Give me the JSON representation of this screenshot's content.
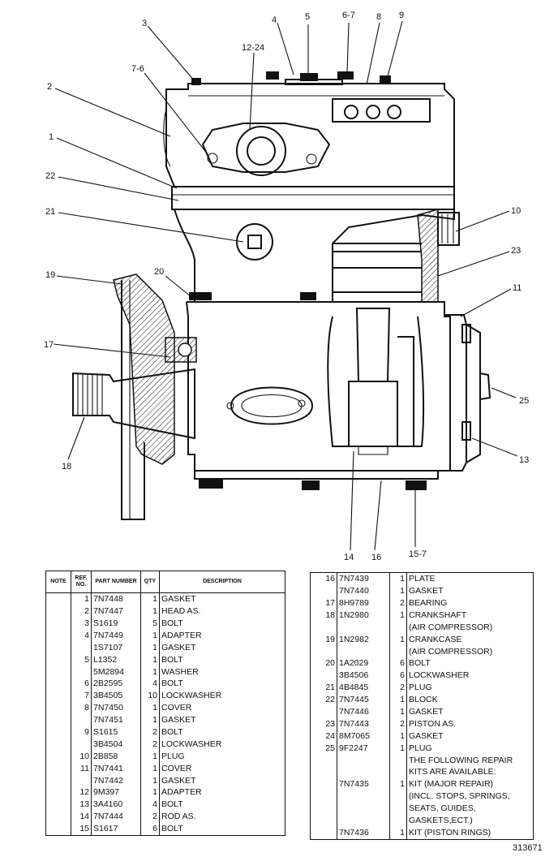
{
  "callouts": {
    "c3": "3",
    "c4": "4",
    "c5": "5",
    "c6_7": "6-7",
    "c8": "8",
    "c9": "9",
    "c12_24": "12-24",
    "c7_6": "7-6",
    "c2": "2",
    "c1": "1",
    "c22": "22",
    "c21": "21",
    "c10": "10",
    "c23": "23",
    "c20": "20",
    "c19": "19",
    "c11": "11",
    "c17": "17",
    "c25": "25",
    "c18": "18",
    "c13": "13",
    "c14": "14",
    "c16": "16",
    "c15_7": "15-7"
  },
  "table_headers": {
    "note": "NOTE",
    "ref_no": "REF. NO.",
    "part_number": "PART NUMBER",
    "qty": "QTY",
    "description": "DESCRIPTION"
  },
  "parts_left": [
    {
      "ref": "1",
      "part": "7N7448",
      "qty": "1",
      "desc": "GASKET"
    },
    {
      "ref": "2",
      "part": "7N7447",
      "qty": "1",
      "desc": "HEAD AS."
    },
    {
      "ref": "3",
      "part": "S1619",
      "qty": "5",
      "desc": "BOLT"
    },
    {
      "ref": "4",
      "part": "7N7449",
      "qty": "1",
      "desc": "ADAPTER"
    },
    {
      "ref": "",
      "part": "1S7107",
      "qty": "1",
      "desc": "GASKET"
    },
    {
      "ref": "5",
      "part": "L1352",
      "qty": "1",
      "desc": "BOLT"
    },
    {
      "ref": "",
      "part": "5M2894",
      "qty": "1",
      "desc": "WASHER"
    },
    {
      "ref": "6",
      "part": "2B2595",
      "qty": "4",
      "desc": "BOLT"
    },
    {
      "ref": "7",
      "part": "3B4505",
      "qty": "10",
      "desc": "LOCKWASHER"
    },
    {
      "ref": "8",
      "part": "7N7450",
      "qty": "1",
      "desc": "COVER"
    },
    {
      "ref": "",
      "part": "7N7451",
      "qty": "1",
      "desc": "GASKET"
    },
    {
      "ref": "9",
      "part": "S1615",
      "qty": "2",
      "desc": "BOLT"
    },
    {
      "ref": "",
      "part": "3B4504",
      "qty": "2",
      "desc": "LOCKWASHER"
    },
    {
      "ref": "10",
      "part": "2B858",
      "qty": "1",
      "desc": "PLUG"
    },
    {
      "ref": "11",
      "part": "7N7441",
      "qty": "1",
      "desc": "COVER"
    },
    {
      "ref": "",
      "part": "7N7442",
      "qty": "1",
      "desc": "GASKET"
    },
    {
      "ref": "12",
      "part": "9M397",
      "qty": "1",
      "desc": "ADAPTER"
    },
    {
      "ref": "13",
      "part": "3A4160",
      "qty": "4",
      "desc": "BOLT"
    },
    {
      "ref": "14",
      "part": "7N7444",
      "qty": "2",
      "desc": "ROD AS."
    },
    {
      "ref": "15",
      "part": "S1617",
      "qty": "6",
      "desc": "BOLT"
    }
  ],
  "parts_right": [
    {
      "ref": "16",
      "part": "7N7439",
      "qty": "1",
      "desc": "PLATE"
    },
    {
      "ref": "",
      "part": "7N7440",
      "qty": "1",
      "desc": "GASKET"
    },
    {
      "ref": "17",
      "part": "8H9789",
      "qty": "2",
      "desc": "BEARING"
    },
    {
      "ref": "18",
      "part": "1N2980",
      "qty": "1",
      "desc": "CRANKSHAFT"
    },
    {
      "ref": "",
      "part": "",
      "qty": "",
      "desc": "(AIR COMPRESSOR)"
    },
    {
      "ref": "19",
      "part": "1N2982",
      "qty": "1",
      "desc": "CRANKCASE"
    },
    {
      "ref": "",
      "part": "",
      "qty": "",
      "desc": "(AIR COMPRESSOR)"
    },
    {
      "ref": "20",
      "part": "1A2029",
      "qty": "6",
      "desc": "BOLT"
    },
    {
      "ref": "",
      "part": "3B4506",
      "qty": "6",
      "desc": "LOCKWASHER"
    },
    {
      "ref": "21",
      "part": "4B4845",
      "qty": "2",
      "desc": "PLUG"
    },
    {
      "ref": "22",
      "part": "7N7445",
      "qty": "1",
      "desc": "BLOCK"
    },
    {
      "ref": "",
      "part": "7N7446",
      "qty": "1",
      "desc": "GASKET"
    },
    {
      "ref": "23",
      "part": "7N7443",
      "qty": "2",
      "desc": "PISTON AS."
    },
    {
      "ref": "24",
      "part": "8M7065",
      "qty": "1",
      "desc": "GASKET"
    },
    {
      "ref": "25",
      "part": "9F2247",
      "qty": "1",
      "desc": "PLUG"
    },
    {
      "ref": "",
      "part": "",
      "qty": "",
      "desc": "THE FOLLOWING REPAIR"
    },
    {
      "ref": "",
      "part": "",
      "qty": "",
      "desc": "KITS ARE AVAILABLE:"
    },
    {
      "ref": "",
      "part": "7N7435",
      "qty": "1",
      "desc": "KIT (MAJOR REPAIR)"
    },
    {
      "ref": "",
      "part": "",
      "qty": "",
      "desc": "(INCL. STOPS, SPRINGS,"
    },
    {
      "ref": "",
      "part": "",
      "qty": "",
      "desc": "SEATS, GUIDES,"
    },
    {
      "ref": "",
      "part": "",
      "qty": "",
      "desc": "GASKETS,ECT.)"
    },
    {
      "ref": "",
      "part": "7N7436",
      "qty": "1",
      "desc": "KIT (PISTON RINGS)"
    }
  ],
  "figure_number": "313671"
}
